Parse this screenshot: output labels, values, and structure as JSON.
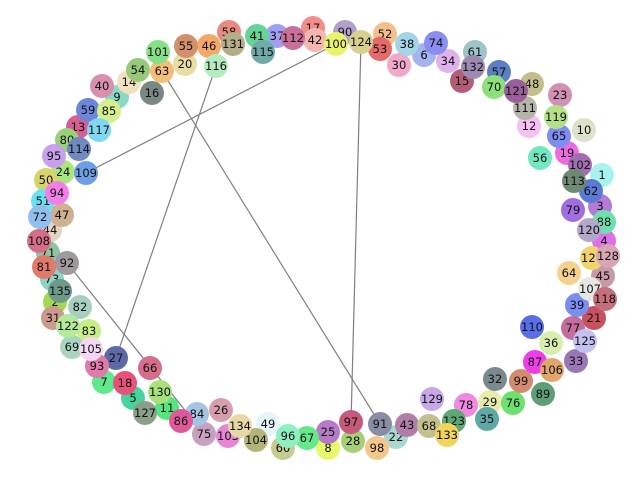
{
  "graph": {
    "edges": [
      [
        "100",
        "109"
      ],
      [
        "100",
        "42"
      ],
      [
        "124",
        "97"
      ],
      [
        "116",
        "27"
      ],
      [
        "63",
        "91"
      ],
      [
        "92",
        "75"
      ]
    ],
    "nodes": [
      {
        "id": "1",
        "color": "#a8f2f0"
      },
      {
        "id": "2",
        "color": "#a6d84e"
      },
      {
        "id": "3",
        "color": "#b57ad8"
      },
      {
        "id": "4",
        "color": "#e070e8"
      },
      {
        "id": "5",
        "color": "#46d39e"
      },
      {
        "id": "6",
        "color": "#a3b4ee"
      },
      {
        "id": "7",
        "color": "#60e88c"
      },
      {
        "id": "8",
        "color": "#e6fa6c"
      },
      {
        "id": "9",
        "color": "#8ad8c6"
      },
      {
        "id": "10",
        "color": "#dde3cb"
      },
      {
        "id": "11",
        "color": "#52e67d"
      },
      {
        "id": "12",
        "color": "#f6c0f4"
      },
      {
        "id": "13",
        "color": "#d75d92"
      },
      {
        "id": "14",
        "color": "#f4e0be"
      },
      {
        "id": "15",
        "color": "#b25c76"
      },
      {
        "id": "16",
        "color": "#7a8884"
      },
      {
        "id": "17",
        "color": "#f28e8a"
      },
      {
        "id": "18",
        "color": "#e8527a"
      },
      {
        "id": "19",
        "color": "#ed6de0"
      },
      {
        "id": "20",
        "color": "#e6dea6"
      },
      {
        "id": "21",
        "color": "#c7525e"
      },
      {
        "id": "22",
        "color": "#a8d8d0"
      },
      {
        "id": "23",
        "color": "#d38fb5"
      },
      {
        "id": "24",
        "color": "#a8e87e"
      },
      {
        "id": "25",
        "color": "#b77ac8"
      },
      {
        "id": "26",
        "color": "#d89eae"
      },
      {
        "id": "27",
        "color": "#5e68a6"
      },
      {
        "id": "28",
        "color": "#a7cf76"
      },
      {
        "id": "29",
        "color": "#e9ebaa"
      },
      {
        "id": "30",
        "color": "#f2a8c8"
      },
      {
        "id": "31",
        "color": "#cc9a8c"
      },
      {
        "id": "32",
        "color": "#7a8a8e"
      },
      {
        "id": "33",
        "color": "#9a76b6"
      },
      {
        "id": "34",
        "color": "#e0b2ec"
      },
      {
        "id": "35",
        "color": "#5ea8a6"
      },
      {
        "id": "36",
        "color": "#d8eeac"
      },
      {
        "id": "37",
        "color": "#a0a0f2"
      },
      {
        "id": "38",
        "color": "#a4d4e6"
      },
      {
        "id": "39",
        "color": "#7a8ef0"
      },
      {
        "id": "40",
        "color": "#d890b0"
      },
      {
        "id": "41",
        "color": "#66d496"
      },
      {
        "id": "42",
        "color": "#f4b8b0"
      },
      {
        "id": "43",
        "color": "#b07ea8"
      },
      {
        "id": "44",
        "color": "#e2d4c2"
      },
      {
        "id": "45",
        "color": "#c89aa6"
      },
      {
        "id": "46",
        "color": "#f3a86a"
      },
      {
        "id": "47",
        "color": "#cfb08f"
      },
      {
        "id": "48",
        "color": "#c4be8c"
      },
      {
        "id": "49",
        "color": "#e6f4fc"
      },
      {
        "id": "50",
        "color": "#d6d46a"
      },
      {
        "id": "51",
        "color": "#68e2f0"
      },
      {
        "id": "52",
        "color": "#f3c08c"
      },
      {
        "id": "53",
        "color": "#e66a6a"
      },
      {
        "id": "54",
        "color": "#96ca78"
      },
      {
        "id": "55",
        "color": "#d4906c"
      },
      {
        "id": "56",
        "color": "#72e8c2"
      },
      {
        "id": "57",
        "color": "#5c7ec2"
      },
      {
        "id": "58",
        "color": "#e88a82"
      },
      {
        "id": "59",
        "color": "#6e86d8"
      },
      {
        "id": "60",
        "color": "#c4cc90"
      },
      {
        "id": "61",
        "color": "#9ec4c8"
      },
      {
        "id": "62",
        "color": "#5a7ad4"
      },
      {
        "id": "63",
        "color": "#f2be78"
      },
      {
        "id": "64",
        "color": "#f6d08e"
      },
      {
        "id": "65",
        "color": "#7e8ef0"
      },
      {
        "id": "66",
        "color": "#d46e8a"
      },
      {
        "id": "67",
        "color": "#66e88a"
      },
      {
        "id": "68",
        "color": "#c2c08c"
      },
      {
        "id": "69",
        "color": "#a8d4c0"
      },
      {
        "id": "70",
        "color": "#8ee07c"
      },
      {
        "id": "71",
        "color": "#8ec4a2"
      },
      {
        "id": "72",
        "color": "#92c0ee"
      },
      {
        "id": "73",
        "color": "#8ed4c6"
      },
      {
        "id": "74",
        "color": "#8a8ef0"
      },
      {
        "id": "75",
        "color": "#c8a0c0"
      },
      {
        "id": "76",
        "color": "#6ee070"
      },
      {
        "id": "77",
        "color": "#c46c9e"
      },
      {
        "id": "78",
        "color": "#f08ae0"
      },
      {
        "id": "79",
        "color": "#a06ee0"
      },
      {
        "id": "80",
        "color": "#9ad07a"
      },
      {
        "id": "81",
        "color": "#e27a6a"
      },
      {
        "id": "82",
        "color": "#a8d0c0"
      },
      {
        "id": "83",
        "color": "#c8ee86"
      },
      {
        "id": "84",
        "color": "#a4c4e4"
      },
      {
        "id": "85",
        "color": "#d4ee90"
      },
      {
        "id": "86",
        "color": "#e0589a"
      },
      {
        "id": "87",
        "color": "#ee3ee6"
      },
      {
        "id": "88",
        "color": "#6ee0b0"
      },
      {
        "id": "89",
        "color": "#5e9e78"
      },
      {
        "id": "90",
        "color": "#b0a2c8"
      },
      {
        "id": "91",
        "color": "#8a8ca4"
      },
      {
        "id": "92",
        "color": "#a09a9e"
      },
      {
        "id": "93",
        "color": "#e07aa8"
      },
      {
        "id": "94",
        "color": "#f47ee8"
      },
      {
        "id": "95",
        "color": "#c8a0ee"
      },
      {
        "id": "96",
        "color": "#8ef0c0"
      },
      {
        "id": "97",
        "color": "#c45a78"
      },
      {
        "id": "98",
        "color": "#f2c88e"
      },
      {
        "id": "99",
        "color": "#d48a6e"
      },
      {
        "id": "100",
        "color": "#e8f46c"
      },
      {
        "id": "101",
        "color": "#86e084"
      },
      {
        "id": "102",
        "color": "#a26eb2"
      },
      {
        "id": "103",
        "color": "#e686d4"
      },
      {
        "id": "104",
        "color": "#b4b47a"
      },
      {
        "id": "105",
        "color": "#f4d8f4"
      },
      {
        "id": "106",
        "color": "#e0a66c"
      },
      {
        "id": "107",
        "color": "#e6e6e2"
      },
      {
        "id": "108",
        "color": "#d46e86"
      },
      {
        "id": "109",
        "color": "#6e9ee6"
      },
      {
        "id": "110",
        "color": "#5a6ee8"
      },
      {
        "id": "111",
        "color": "#b4b4a8"
      },
      {
        "id": "112",
        "color": "#c8709a"
      },
      {
        "id": "113",
        "color": "#6e8a74"
      },
      {
        "id": "114",
        "color": "#6e8ac0"
      },
      {
        "id": "115",
        "color": "#6eaaaa"
      },
      {
        "id": "116",
        "color": "#b4ecc0"
      },
      {
        "id": "117",
        "color": "#7ed8f4"
      },
      {
        "id": "118",
        "color": "#c46e7e"
      },
      {
        "id": "119",
        "color": "#b4e08a"
      },
      {
        "id": "120",
        "color": "#b4a8c8"
      },
      {
        "id": "121",
        "color": "#9a5e9a"
      },
      {
        "id": "122",
        "color": "#b4ea9a"
      },
      {
        "id": "123",
        "color": "#5ea874"
      },
      {
        "id": "124",
        "color": "#d8d08e"
      },
      {
        "id": "125",
        "color": "#c4c0f0"
      },
      {
        "id": "126",
        "color": "#f2d46e"
      },
      {
        "id": "127",
        "color": "#8aa08a"
      },
      {
        "id": "128",
        "color": "#d8a6b4"
      },
      {
        "id": "129",
        "color": "#c8a8e8"
      },
      {
        "id": "130",
        "color": "#a8e07c"
      },
      {
        "id": "131",
        "color": "#b4ae88"
      },
      {
        "id": "132",
        "color": "#9e8ab0"
      },
      {
        "id": "133",
        "color": "#f2d45a"
      },
      {
        "id": "134",
        "color": "#e8d8a8"
      },
      {
        "id": "135",
        "color": "#6e9a8a"
      }
    ]
  }
}
